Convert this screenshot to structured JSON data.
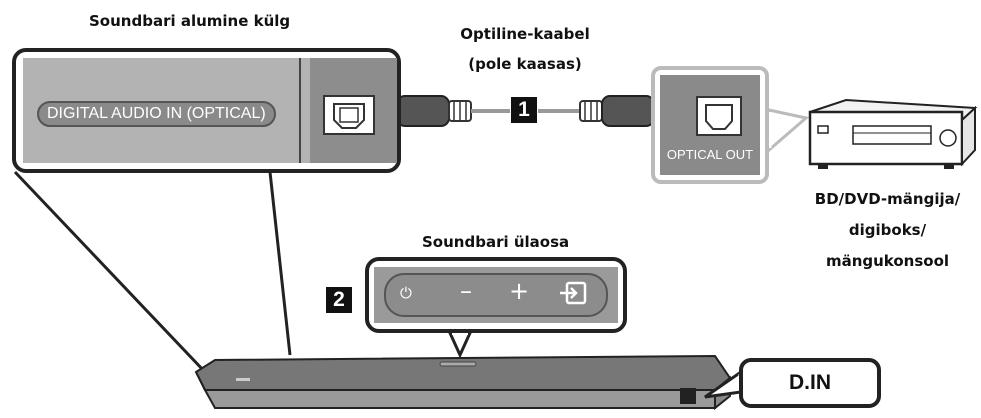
{
  "labels": {
    "bottom_side": "Soundbari alumine külg",
    "cable_line1": "Optiline-kaabel",
    "cable_line2": "(pole kaasas)",
    "device_line1": "BD/DVD-mängija/",
    "device_line2": "digiboks/",
    "device_line3": "mängukonsool",
    "top_side": "Soundbari ülaosa"
  },
  "ports": {
    "digital_in": "DIGITAL AUDIO IN (OPTICAL)",
    "optical_out": "OPTICAL OUT"
  },
  "steps": {
    "step1": "1",
    "step2": "2"
  },
  "input_indicator": "D.IN",
  "icons": [
    "power-icon",
    "minus-icon",
    "plus-icon",
    "input-source-icon"
  ]
}
